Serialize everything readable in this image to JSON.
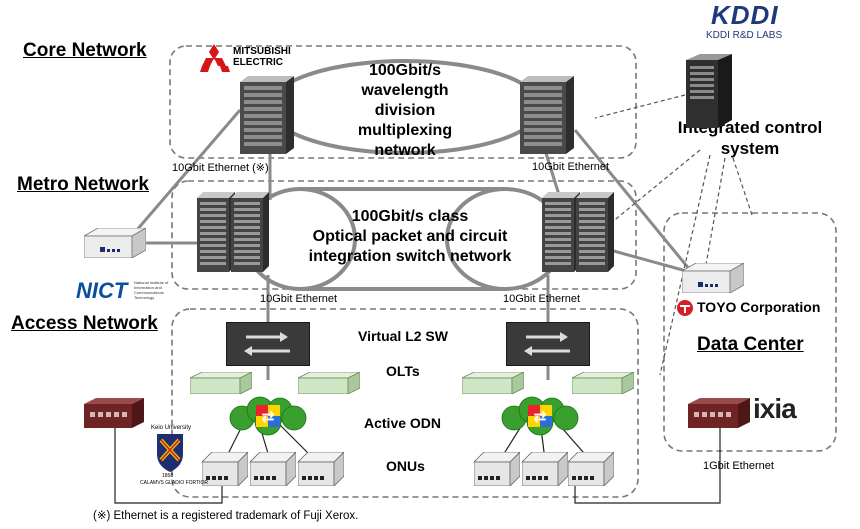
{
  "sections": {
    "core": "Core Network",
    "metro": "Metro Network",
    "access": "Access Network",
    "datacenter": "Data Center"
  },
  "core_text": [
    "100Gbit/s",
    "wavelength",
    "division",
    "multiplexing",
    "network"
  ],
  "metro_text": [
    "100Gbit/s class",
    "Optical packet and circuit",
    "integration switch network"
  ],
  "link_labels": {
    "core_left": "10Gbit Ethernet (※)",
    "core_right": "10Gbit Ethernet",
    "metro_left": "10Gbit Ethernet",
    "metro_right": "10Gbit Ethernet",
    "dc": "1Gbit Ethernet"
  },
  "access_labels": {
    "virtual_sw": "Virtual L2 SW",
    "olts": "OLTs",
    "odn": "Active ODN",
    "onus": "ONUs"
  },
  "control": {
    "title": "Integrated control system"
  },
  "logos": {
    "kddi_mark": "KDDI",
    "kddi_sub": "KDDI R&D LABS",
    "mitsubishi_1": "MITSUBISHI",
    "mitsubishi_2": "ELECTRIC",
    "nict": "NICT",
    "nict_sub": "National Institute of Information and Communications Technology",
    "toyo": "TOYO Corporation",
    "ixia": "ixia",
    "keio": "Keio University",
    "keio_year": "1858",
    "keio_motto": "CALAMVS GLADIO FORTIOR"
  },
  "footnote": "(※) Ethernet is a registered trademark of Fuji Xerox.",
  "colors": {
    "ring_gray": "#808080",
    "router_dark": "#3c3c3c",
    "olt_green": "#cfe6c4",
    "onu_gray": "#e9e9e9",
    "dc_switch": "#7a2b2b",
    "odn_cloud": "#3aa02d",
    "ixia_red": "#d41f26",
    "kddi_navy": "#1e3a7a"
  }
}
